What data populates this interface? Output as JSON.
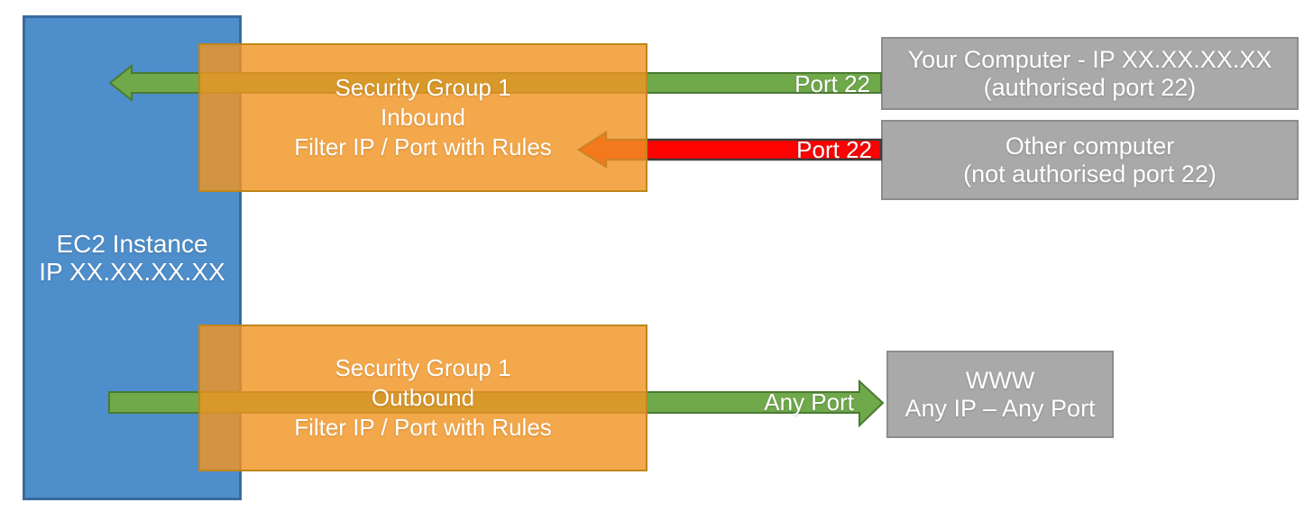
{
  "colors": {
    "ec2_fill": "#4E8ECB",
    "ec2_border": "#3A6B9E",
    "sg_fill_rgba": "rgba(242,148,35,0.81)",
    "sg_border": "#BE861B",
    "allowed_arrow": "#6FA94A",
    "allowed_arrow_border": "#4A7A33",
    "blocked_arrow": "#FE0101",
    "blocked_arrow_border": "#3D3D3D",
    "endpoint_fill": "#A9A9A9",
    "endpoint_border": "#8C8C8C",
    "text": "#FFFFFF"
  },
  "ec2": {
    "lines": [
      "EC2 Instance",
      "IP XX.XX.XX.XX"
    ]
  },
  "inbound_group": {
    "lines": [
      "Security Group 1",
      "Inbound",
      "Filter IP / Port with Rules"
    ]
  },
  "outbound_group": {
    "lines": [
      "Security Group 1",
      "Outbound",
      "Filter IP / Port with Rules"
    ]
  },
  "endpoints": {
    "your_computer": {
      "lines": [
        "Your Computer - IP XX.XX.XX.XX",
        "(authorised port 22)"
      ]
    },
    "other_computer": {
      "lines": [
        "Other computer",
        "(not authorised port 22)"
      ]
    },
    "www": {
      "lines": [
        "WWW",
        "Any IP – Any Port"
      ]
    }
  },
  "arrow_labels": {
    "inbound_allowed": "Port 22",
    "inbound_blocked": "Port 22",
    "outbound": "Any Port"
  }
}
